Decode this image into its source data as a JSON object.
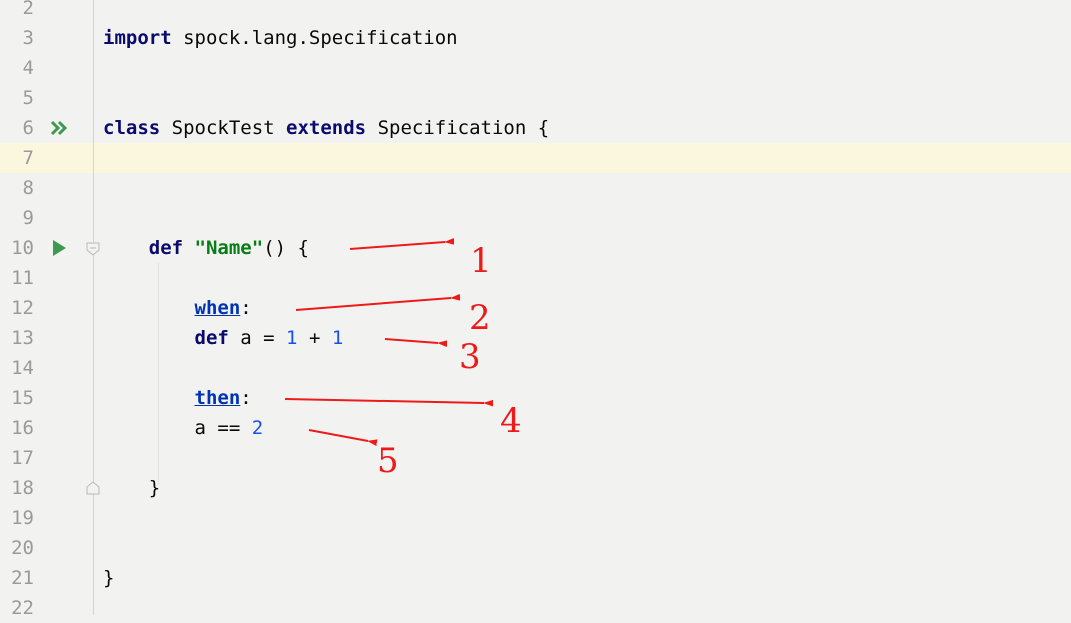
{
  "editor": {
    "lines": [
      {
        "num": "2",
        "tokens": []
      },
      {
        "num": "3",
        "tokens": [
          {
            "t": "import",
            "c": "kw"
          },
          {
            "t": " spock.lang.Specification",
            "c": ""
          }
        ]
      },
      {
        "num": "4",
        "tokens": []
      },
      {
        "num": "5",
        "tokens": []
      },
      {
        "num": "6",
        "tokens": [
          {
            "t": "class",
            "c": "kw"
          },
          {
            "t": " SpockTest ",
            "c": ""
          },
          {
            "t": "extends",
            "c": "kw"
          },
          {
            "t": " Specification {",
            "c": ""
          }
        ]
      },
      {
        "num": "7",
        "tokens": []
      },
      {
        "num": "8",
        "tokens": []
      },
      {
        "num": "9",
        "tokens": []
      },
      {
        "num": "10",
        "tokens": [
          {
            "t": "    ",
            "c": ""
          },
          {
            "t": "def",
            "c": "kw"
          },
          {
            "t": " ",
            "c": ""
          },
          {
            "t": "\"Name\"",
            "c": "str"
          },
          {
            "t": "() {",
            "c": ""
          }
        ]
      },
      {
        "num": "11",
        "tokens": []
      },
      {
        "num": "12",
        "tokens": [
          {
            "t": "        ",
            "c": ""
          },
          {
            "t": "when",
            "c": "lbl"
          },
          {
            "t": ":",
            "c": ""
          }
        ]
      },
      {
        "num": "13",
        "tokens": [
          {
            "t": "        ",
            "c": ""
          },
          {
            "t": "def",
            "c": "kw"
          },
          {
            "t": " a = ",
            "c": ""
          },
          {
            "t": "1",
            "c": "num"
          },
          {
            "t": " + ",
            "c": ""
          },
          {
            "t": "1",
            "c": "num"
          }
        ]
      },
      {
        "num": "14",
        "tokens": []
      },
      {
        "num": "15",
        "tokens": [
          {
            "t": "        ",
            "c": ""
          },
          {
            "t": "then",
            "c": "lbl"
          },
          {
            "t": ":",
            "c": ""
          }
        ]
      },
      {
        "num": "16",
        "tokens": [
          {
            "t": "        ",
            "c": ""
          },
          {
            "t": "a == ",
            "c": ""
          },
          {
            "t": "2",
            "c": "num"
          }
        ]
      },
      {
        "num": "17",
        "tokens": []
      },
      {
        "num": "18",
        "tokens": [
          {
            "t": "    }",
            "c": ""
          }
        ]
      },
      {
        "num": "19",
        "tokens": []
      },
      {
        "num": "20",
        "tokens": []
      },
      {
        "num": "21",
        "tokens": [
          {
            "t": "}",
            "c": ""
          }
        ]
      },
      {
        "num": "22",
        "tokens": []
      }
    ],
    "gutter_icons": {
      "class_run": "run-all-double-chevron-icon",
      "method_run": "run-play-triangle-icon",
      "fold_open": "fold-collapse-icon",
      "fold_close": "fold-end-icon"
    }
  },
  "annotations": {
    "n1": "1",
    "n2": "2",
    "n3": "3",
    "n4": "4",
    "n5": "5"
  },
  "colors": {
    "keyword": "#0b0b6e",
    "string": "#067d17",
    "number": "#1750eb",
    "label": "#0033b3",
    "annotation": "#ee1a1a",
    "caret_line": "#fbf6de",
    "run_icon": "#3d9a50"
  }
}
